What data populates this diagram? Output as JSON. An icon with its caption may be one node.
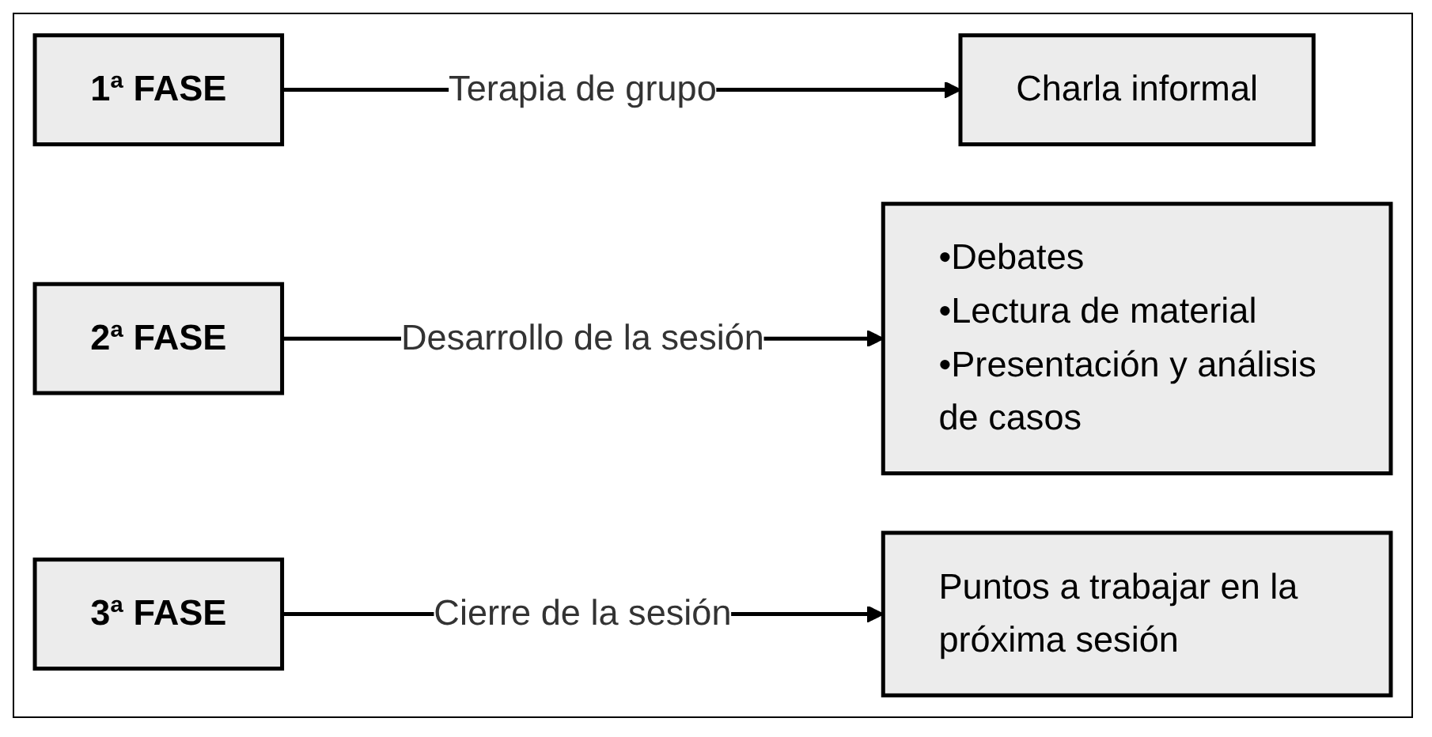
{
  "diagram": {
    "nodes": [
      {
        "text": [
          "1ª FASE"
        ]
      },
      {
        "text": [
          "Charla informal"
        ]
      },
      {
        "text": [
          "2ª FASE"
        ]
      },
      {
        "text": [
          "•Debates",
          "•Lectura de material",
          "•Presentación y análisis de casos"
        ]
      },
      {
        "text": [
          "3ª FASE"
        ]
      },
      {
        "text": [
          "Puntos a trabajar en la próxima sesión"
        ]
      }
    ],
    "edges": [
      {
        "from": 0,
        "to": 1,
        "arrow": "to",
        "label": "Terapia de grupo"
      },
      {
        "from": 2,
        "to": 3,
        "arrow": "to",
        "label": "Desarrollo de la sesión"
      },
      {
        "from": 4,
        "to": 5,
        "arrow": "to",
        "label": "Cierre de la sesión"
      }
    ]
  }
}
